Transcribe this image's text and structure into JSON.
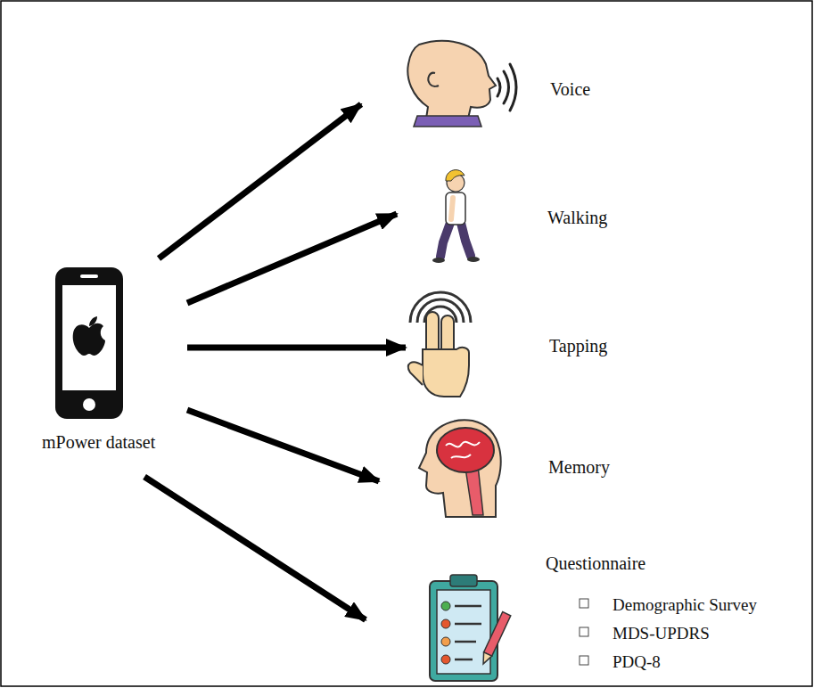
{
  "diagram": {
    "nodes": [
      {
        "text": [
          "mPower dataset"
        ]
      },
      {
        "text": [
          "Voice"
        ]
      },
      {
        "text": [
          "Walking"
        ]
      },
      {
        "text": [
          "Tapping"
        ]
      },
      {
        "text": [
          "Memory"
        ]
      },
      {
        "text": [
          "Questionnaire",
          "Demographic Survey",
          "MDS-UPDRS",
          "PDQ-8"
        ]
      }
    ],
    "edges": [
      {
        "from": 0,
        "to": 1,
        "arrow": "to"
      },
      {
        "from": 0,
        "to": 2,
        "arrow": "to"
      },
      {
        "from": 0,
        "to": 3,
        "arrow": "to"
      },
      {
        "from": 0,
        "to": 4,
        "arrow": "to"
      },
      {
        "from": 0,
        "to": 5,
        "arrow": "to"
      }
    ]
  }
}
